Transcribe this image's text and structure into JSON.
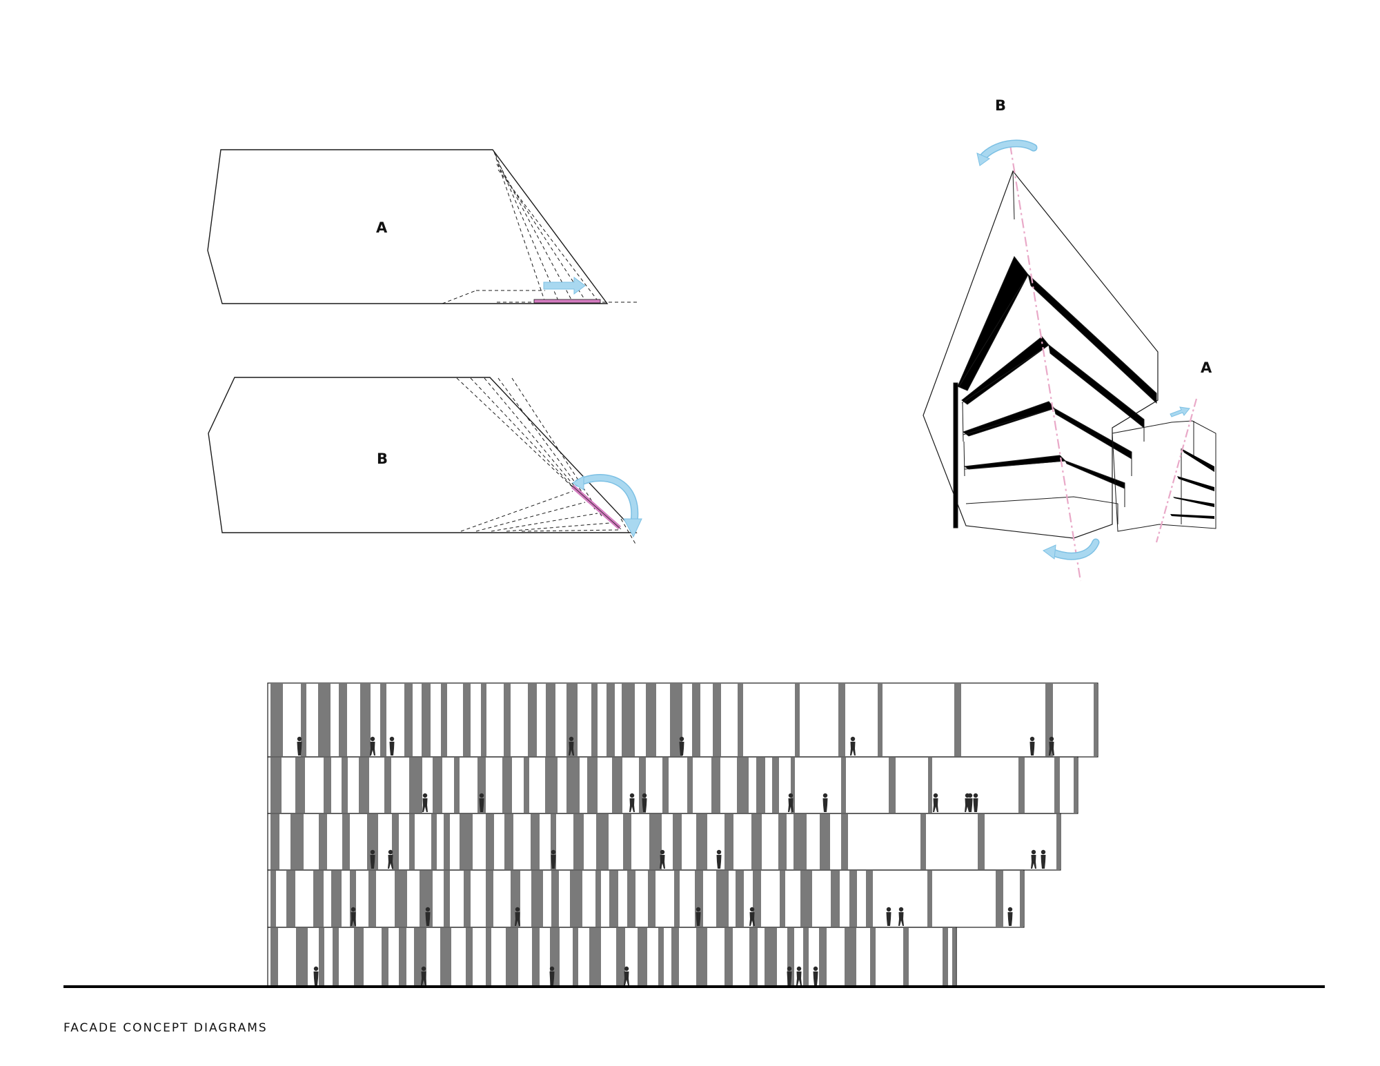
{
  "caption": "FACADE CONCEPT DIAGRAMS",
  "plan_a": {
    "label": "A"
  },
  "plan_b": {
    "label": "B"
  },
  "axo": {
    "label_b": "B",
    "label_a": "A"
  },
  "colors": {
    "line": "#1a1a1a",
    "fin": "#7a7a7a",
    "fin_panel_highlight": "#d47cc0",
    "rotation_arrow": "#a9d8f0",
    "rotation_arrow_outline": "#7cc0e4",
    "pivot_axis": "#e9a9c8",
    "figure": "#2a2a2a"
  },
  "icons": {
    "slide": "arrow-slide-icon",
    "rotate": "arrow-rotate-icon",
    "figure": "person-figure-icon"
  }
}
